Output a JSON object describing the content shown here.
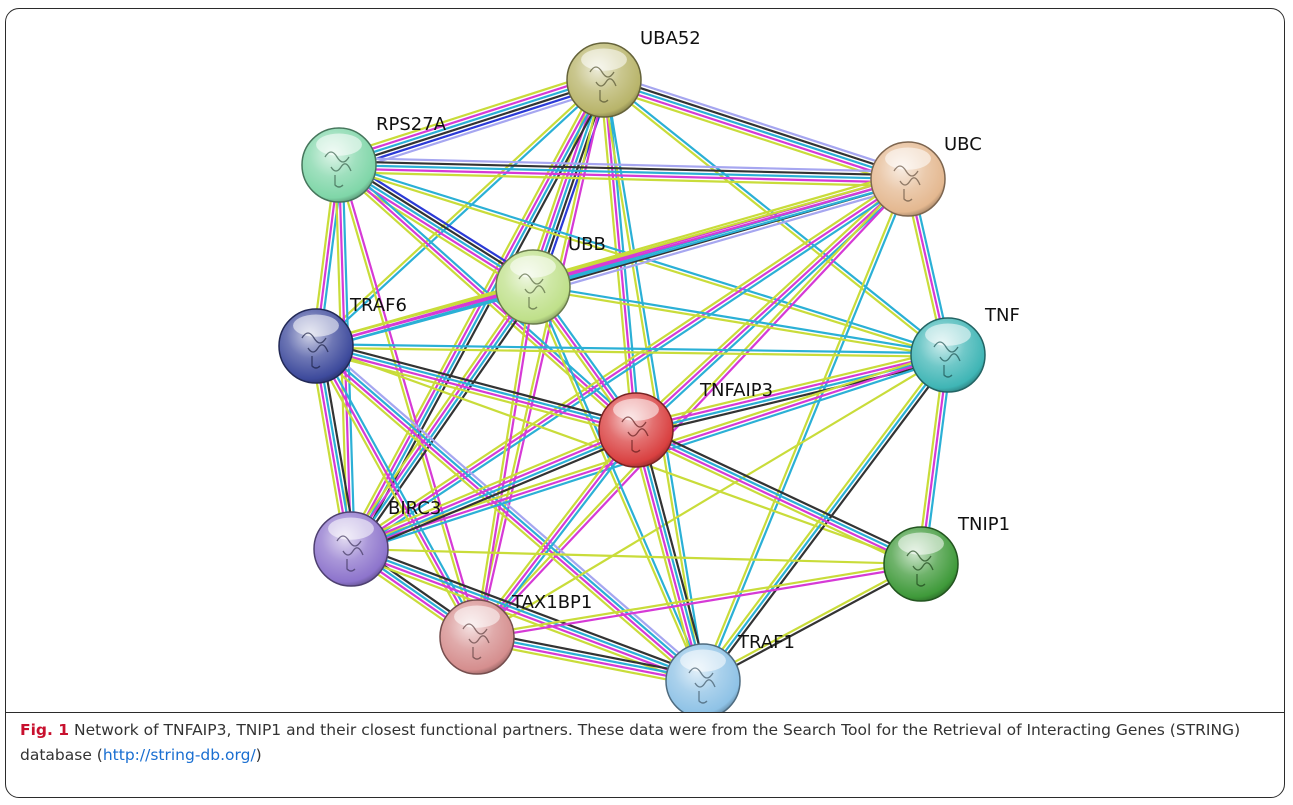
{
  "figure": {
    "label": "Fig. 1",
    "caption_text": "Network of TNFAIP3, TNIP1 and their closest functional partners. These data were from the Search Tool for the Retrieval of Interacting Genes (STRING) database (",
    "caption_link": "http://string-db.org/",
    "caption_tail": ")"
  },
  "network": {
    "nodes": [
      {
        "id": "UBA52",
        "label": "UBA52",
        "color": "#b8b46a"
      },
      {
        "id": "RPS27A",
        "label": "RPS27A",
        "color": "#7fd6a8"
      },
      {
        "id": "UBC",
        "label": "UBC",
        "color": "#e4b890"
      },
      {
        "id": "UBB",
        "label": "UBB",
        "color": "#bfe08a"
      },
      {
        "id": "TRAF6",
        "label": "TRAF6",
        "color": "#3d4a9c"
      },
      {
        "id": "TNF",
        "label": "TNF",
        "color": "#3fb5b5"
      },
      {
        "id": "TNFAIP3",
        "label": "TNFAIP3",
        "color": "#d94040"
      },
      {
        "id": "BIRC3",
        "label": "BIRC3",
        "color": "#8d74cc"
      },
      {
        "id": "TNIP1",
        "label": "TNIP1",
        "color": "#3f9a3a"
      },
      {
        "id": "TAX1BP1",
        "label": "TAX1BP1",
        "color": "#d58e8e"
      },
      {
        "id": "TRAF1",
        "label": "TRAF1",
        "color": "#8ec2e6"
      }
    ],
    "edge_colors": {
      "text_mining": "#c9dc3a",
      "coexpression": "#333333",
      "experiments": "#d63ad6",
      "databases": "#2bb0d6",
      "homology": "#2b3ad6",
      "lavender": "#a6a6f0"
    },
    "edges": [
      {
        "a": "UBA52",
        "b": "RPS27A",
        "types": [
          "lavender",
          "homology",
          "coexpression",
          "databases",
          "experiments",
          "text_mining"
        ]
      },
      {
        "a": "UBA52",
        "b": "UBC",
        "types": [
          "lavender",
          "coexpression",
          "databases",
          "experiments",
          "text_mining"
        ]
      },
      {
        "a": "UBA52",
        "b": "UBB",
        "types": [
          "homology",
          "coexpression",
          "databases",
          "experiments",
          "text_mining"
        ]
      },
      {
        "a": "UBA52",
        "b": "TRAF6",
        "types": [
          "databases",
          "text_mining"
        ]
      },
      {
        "a": "UBA52",
        "b": "TNF",
        "types": [
          "databases",
          "text_mining"
        ]
      },
      {
        "a": "UBA52",
        "b": "TNFAIP3",
        "types": [
          "databases",
          "experiments",
          "text_mining"
        ]
      },
      {
        "a": "UBA52",
        "b": "BIRC3",
        "types": [
          "coexpression",
          "databases",
          "experiments",
          "text_mining"
        ]
      },
      {
        "a": "UBA52",
        "b": "TAX1BP1",
        "types": [
          "experiments",
          "text_mining"
        ]
      },
      {
        "a": "UBA52",
        "b": "TRAF1",
        "types": [
          "databases",
          "text_mining"
        ]
      },
      {
        "a": "RPS27A",
        "b": "UBC",
        "types": [
          "lavender",
          "coexpression",
          "databases",
          "experiments",
          "text_mining"
        ]
      },
      {
        "a": "RPS27A",
        "b": "UBB",
        "types": [
          "homology",
          "coexpression",
          "databases",
          "experiments",
          "text_mining"
        ]
      },
      {
        "a": "RPS27A",
        "b": "TRAF6",
        "types": [
          "databases",
          "experiments",
          "text_mining"
        ]
      },
      {
        "a": "RPS27A",
        "b": "TNF",
        "types": [
          "databases",
          "text_mining"
        ]
      },
      {
        "a": "RPS27A",
        "b": "TNFAIP3",
        "types": [
          "databases",
          "experiments",
          "text_mining"
        ]
      },
      {
        "a": "RPS27A",
        "b": "BIRC3",
        "types": [
          "databases",
          "experiments",
          "text_mining"
        ]
      },
      {
        "a": "RPS27A",
        "b": "TAX1BP1",
        "types": [
          "experiments",
          "text_mining"
        ]
      },
      {
        "a": "UBC",
        "b": "UBB",
        "types": [
          "lavender",
          "coexpression",
          "databases",
          "experiments",
          "text_mining"
        ]
      },
      {
        "a": "UBC",
        "b": "TRAF6",
        "types": [
          "databases",
          "experiments",
          "text_mining"
        ]
      },
      {
        "a": "UBC",
        "b": "TNF",
        "types": [
          "databases",
          "experiments",
          "text_mining"
        ]
      },
      {
        "a": "UBC",
        "b": "TNFAIP3",
        "types": [
          "databases",
          "experiments",
          "text_mining"
        ]
      },
      {
        "a": "UBC",
        "b": "BIRC3",
        "types": [
          "databases",
          "experiments",
          "text_mining"
        ]
      },
      {
        "a": "UBC",
        "b": "TAX1BP1",
        "types": [
          "experiments",
          "text_mining"
        ]
      },
      {
        "a": "UBC",
        "b": "TRAF1",
        "types": [
          "databases",
          "text_mining"
        ]
      },
      {
        "a": "UBB",
        "b": "TRAF6",
        "types": [
          "databases",
          "experiments",
          "text_mining"
        ]
      },
      {
        "a": "UBB",
        "b": "TNF",
        "types": [
          "databases",
          "text_mining"
        ]
      },
      {
        "a": "UBB",
        "b": "TNFAIP3",
        "types": [
          "databases",
          "experiments",
          "text_mining"
        ]
      },
      {
        "a": "UBB",
        "b": "BIRC3",
        "types": [
          "coexpression",
          "databases",
          "experiments",
          "text_mining"
        ]
      },
      {
        "a": "UBB",
        "b": "TAX1BP1",
        "types": [
          "experiments",
          "text_mining"
        ]
      },
      {
        "a": "UBB",
        "b": "TRAF1",
        "types": [
          "databases",
          "text_mining"
        ]
      },
      {
        "a": "TRAF6",
        "b": "TNF",
        "types": [
          "databases",
          "text_mining"
        ]
      },
      {
        "a": "TRAF6",
        "b": "TNFAIP3",
        "types": [
          "coexpression",
          "databases",
          "experiments",
          "text_mining"
        ]
      },
      {
        "a": "TRAF6",
        "b": "BIRC3",
        "types": [
          "coexpression",
          "databases",
          "experiments",
          "text_mining"
        ]
      },
      {
        "a": "TRAF6",
        "b": "TNIP1",
        "types": [
          "text_mining"
        ]
      },
      {
        "a": "TRAF6",
        "b": "TAX1BP1",
        "types": [
          "databases",
          "experiments",
          "text_mining"
        ]
      },
      {
        "a": "TRAF6",
        "b": "TRAF1",
        "types": [
          "lavender",
          "databases",
          "experiments",
          "text_mining"
        ]
      },
      {
        "a": "TNF",
        "b": "TNFAIP3",
        "types": [
          "coexpression",
          "databases",
          "experiments",
          "text_mining"
        ]
      },
      {
        "a": "TNF",
        "b": "BIRC3",
        "types": [
          "databases",
          "experiments",
          "text_mining"
        ]
      },
      {
        "a": "TNF",
        "b": "TNIP1",
        "types": [
          "databases",
          "experiments",
          "text_mining"
        ]
      },
      {
        "a": "TNF",
        "b": "TAX1BP1",
        "types": [
          "text_mining"
        ]
      },
      {
        "a": "TNF",
        "b": "TRAF1",
        "types": [
          "coexpression",
          "databases",
          "text_mining"
        ]
      },
      {
        "a": "TNFAIP3",
        "b": "BIRC3",
        "types": [
          "coexpression",
          "databases",
          "experiments",
          "text_mining"
        ]
      },
      {
        "a": "TNFAIP3",
        "b": "TNIP1",
        "types": [
          "coexpression",
          "databases",
          "experiments",
          "text_mining"
        ]
      },
      {
        "a": "TNFAIP3",
        "b": "TAX1BP1",
        "types": [
          "databases",
          "experiments",
          "text_mining"
        ]
      },
      {
        "a": "TNFAIP3",
        "b": "TRAF1",
        "types": [
          "coexpression",
          "databases",
          "experiments",
          "text_mining"
        ]
      },
      {
        "a": "BIRC3",
        "b": "TNIP1",
        "types": [
          "text_mining"
        ]
      },
      {
        "a": "BIRC3",
        "b": "TAX1BP1",
        "types": [
          "coexpression",
          "databases",
          "experiments",
          "text_mining"
        ]
      },
      {
        "a": "BIRC3",
        "b": "TRAF1",
        "types": [
          "coexpression",
          "databases",
          "experiments",
          "text_mining"
        ]
      },
      {
        "a": "TNIP1",
        "b": "TAX1BP1",
        "types": [
          "experiments",
          "text_mining"
        ]
      },
      {
        "a": "TNIP1",
        "b": "TRAF1",
        "types": [
          "coexpression",
          "text_mining"
        ]
      },
      {
        "a": "TAX1BP1",
        "b": "TRAF1",
        "types": [
          "coexpression",
          "databases",
          "experiments",
          "text_mining"
        ]
      }
    ]
  }
}
